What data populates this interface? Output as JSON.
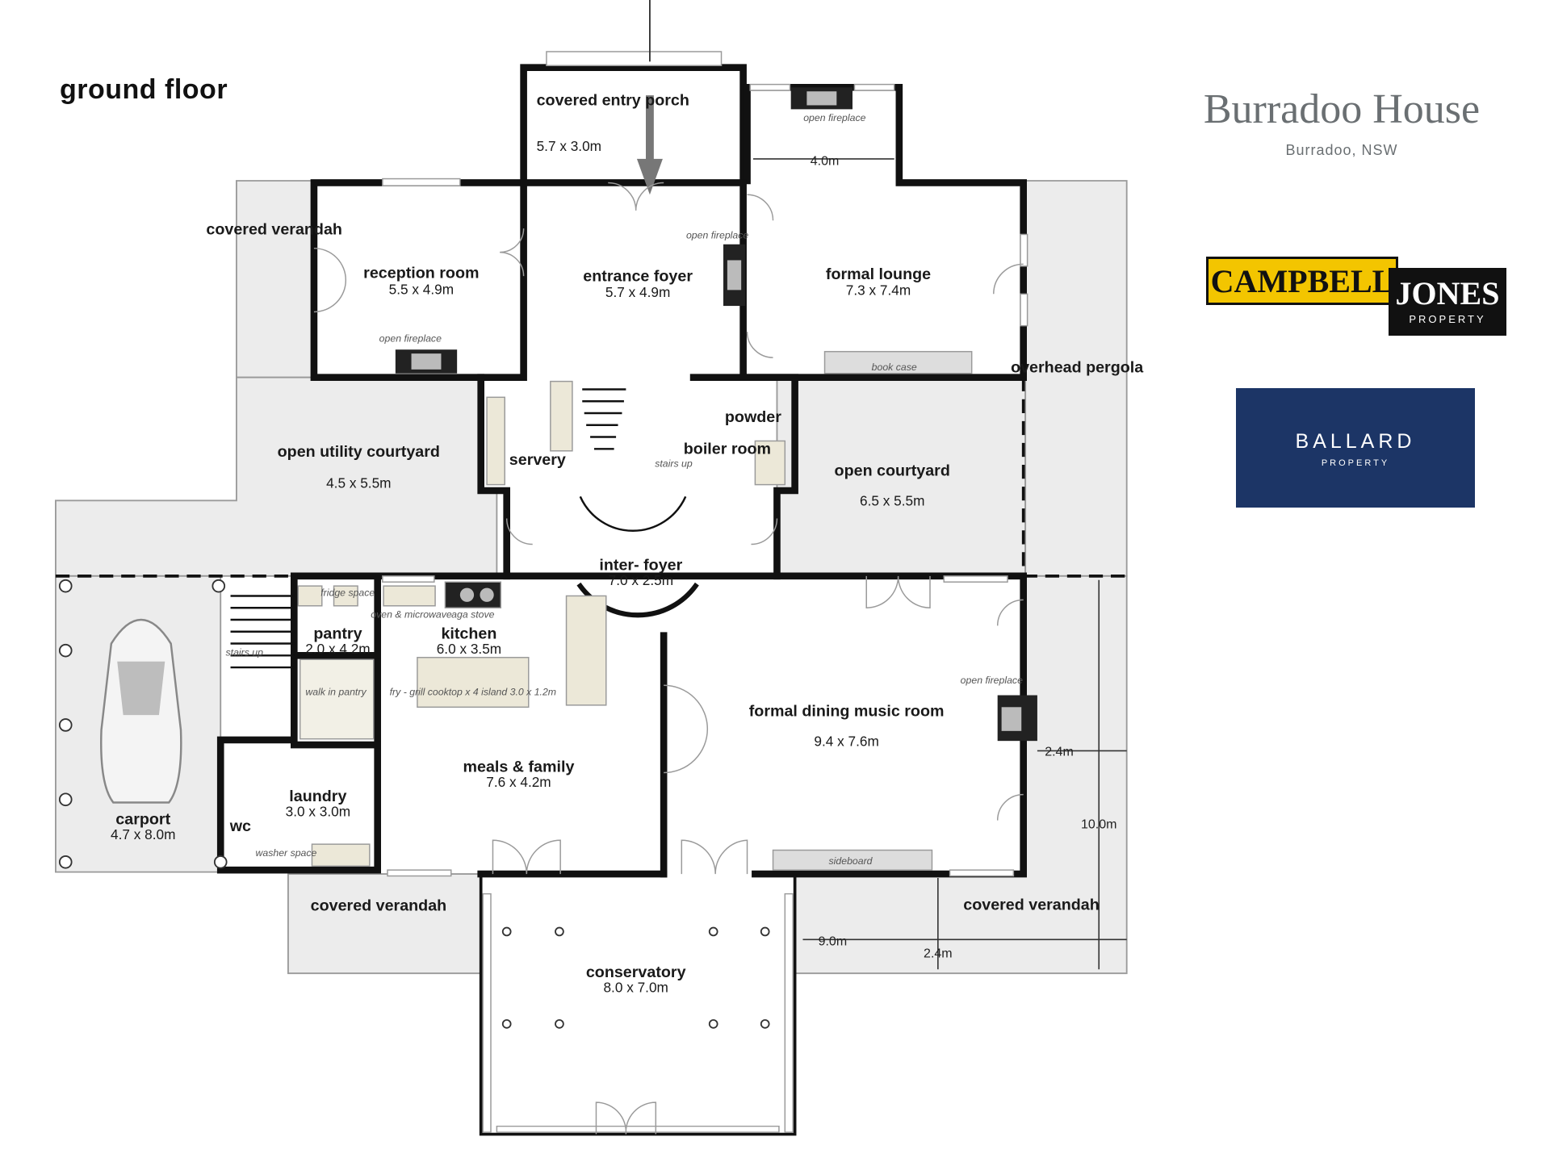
{
  "floor_label": "ground floor",
  "property": {
    "name": "Burradoo House",
    "location": "Burradoo, NSW"
  },
  "agents": {
    "campbell_jones": {
      "word1": "CAMPBELL",
      "word2": "JONES",
      "word3": "PROPERTY"
    },
    "ballard": {
      "word1": "BALLARD",
      "word2": "PROPERTY"
    }
  },
  "rooms": [
    {
      "id": "covered-entry-porch",
      "name": "covered entry porch",
      "size": "5.7 x 3.0m"
    },
    {
      "id": "reception-room",
      "name": "reception room",
      "size": "5.5 x 4.9m"
    },
    {
      "id": "entrance-foyer",
      "name": "entrance foyer",
      "size": "5.7 x 4.9m"
    },
    {
      "id": "formal-lounge",
      "name": "formal lounge",
      "size": "7.3 x 7.4m"
    },
    {
      "id": "covered-verandah-west",
      "name": "covered verandah",
      "size": ""
    },
    {
      "id": "overhead-pergola",
      "name": "overhead pergola",
      "size": ""
    },
    {
      "id": "powder",
      "name": "powder",
      "size": ""
    },
    {
      "id": "boiler-room",
      "name": "boiler room",
      "size": ""
    },
    {
      "id": "servery",
      "name": "servery",
      "size": ""
    },
    {
      "id": "open-utility-courtyard",
      "name": "open utility courtyard",
      "size": "4.5 x 5.5m"
    },
    {
      "id": "open-courtyard",
      "name": "open courtyard",
      "size": "6.5 x 5.5m"
    },
    {
      "id": "inter-foyer",
      "name": "inter- foyer",
      "size": "7.0 x 2.5m"
    },
    {
      "id": "pantry",
      "name": "pantry",
      "size": "2.0 x 4.2m"
    },
    {
      "id": "kitchen",
      "name": "kitchen",
      "size": "6.0 x 3.5m"
    },
    {
      "id": "formal-dining",
      "name": "formal dining music room",
      "size": "9.4 x 7.6m"
    },
    {
      "id": "meals-family",
      "name": "meals & family",
      "size": "7.6 x 4.2m"
    },
    {
      "id": "laundry",
      "name": "laundry",
      "size": "3.0 x 3.0m"
    },
    {
      "id": "carport",
      "name": "carport",
      "size": "4.7 x 8.0m"
    },
    {
      "id": "wc",
      "name": "wc",
      "size": ""
    },
    {
      "id": "covered-verandah-south",
      "name": "covered verandah",
      "size": ""
    },
    {
      "id": "covered-verandah-east",
      "name": "covered verandah",
      "size": ""
    },
    {
      "id": "conservatory",
      "name": "conservatory",
      "size": "8.0 x 7.0m"
    }
  ],
  "notes": {
    "open_fireplace": "open fireplace",
    "book_case": "book case",
    "sideboard": "sideboard",
    "fridge_space": "fridge space",
    "oven_microwave": "oven & microwave",
    "aga_stove": "aga stove",
    "island": "fry - grill cooktop x 4 island 3.0 x 1.2m",
    "walk_in_pantry": "walk in pantry",
    "stairs_up": "stairs up",
    "washer_space": "washer space"
  },
  "dimensions": {
    "lounge_width": "4.0m",
    "verandah_depth_east": "2.4m",
    "east_length": "10.0m",
    "verandah_width_south": "9.0m",
    "verandah_depth_south": "2.4m"
  }
}
